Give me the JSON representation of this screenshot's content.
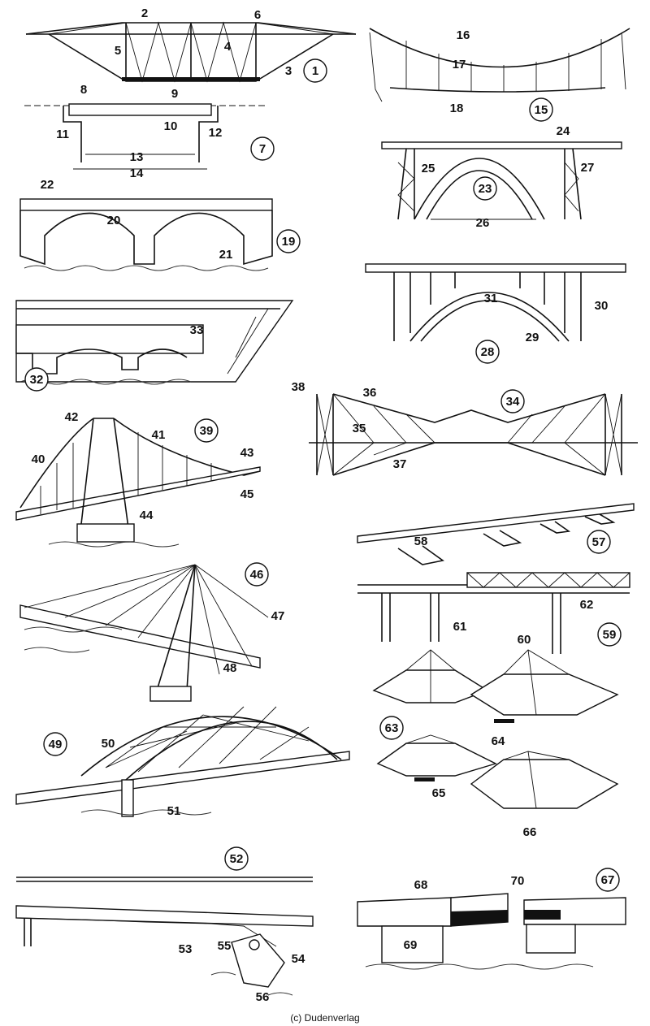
{
  "copyright": "(c) Dudenverlag",
  "figures": [
    {
      "num": "1"
    },
    {
      "num": "7"
    },
    {
      "num": "15"
    },
    {
      "num": "19"
    },
    {
      "num": "23"
    },
    {
      "num": "28"
    },
    {
      "num": "32"
    },
    {
      "num": "34"
    },
    {
      "num": "39"
    },
    {
      "num": "46"
    },
    {
      "num": "49"
    },
    {
      "num": "52"
    },
    {
      "num": "57"
    },
    {
      "num": "59"
    },
    {
      "num": "63"
    },
    {
      "num": "67"
    }
  ],
  "labels": [
    "2",
    "6",
    "5",
    "4",
    "3",
    "8",
    "9",
    "10",
    "11",
    "12",
    "13",
    "14",
    "16",
    "17",
    "18",
    "24",
    "25",
    "27",
    "26",
    "22",
    "20",
    "21",
    "31",
    "30",
    "29",
    "33",
    "38",
    "36",
    "35",
    "37",
    "42",
    "41",
    "40",
    "43",
    "45",
    "44",
    "58",
    "62",
    "61",
    "60",
    "47",
    "48",
    "50",
    "51",
    "64",
    "65",
    "66",
    "55",
    "53",
    "54",
    "56",
    "68",
    "70",
    "69"
  ]
}
